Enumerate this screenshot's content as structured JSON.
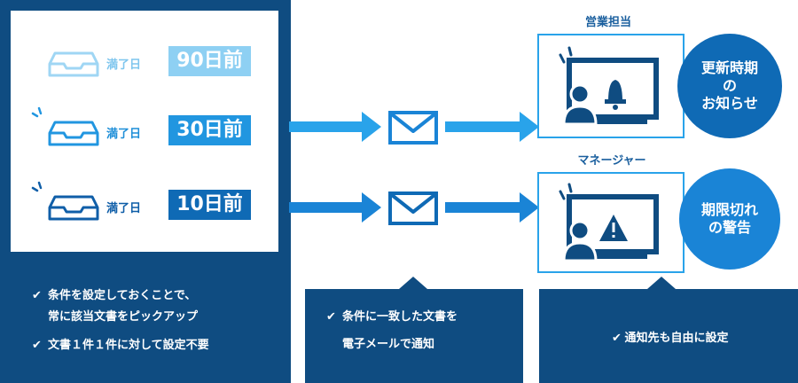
{
  "left": {
    "rows": [
      {
        "label": "満了日",
        "value": "90日前",
        "label_color": "#7fc6ee",
        "badge_color": "#8ed0f3",
        "icon_color": "#9fd6f4"
      },
      {
        "label": "満了日",
        "value": "30日前",
        "label_color": "#1f8fd8",
        "badge_color": "#2196e0",
        "icon_color": "#2196e0"
      },
      {
        "label": "満了日",
        "value": "10日前",
        "label_color": "#0f5ea8",
        "badge_color": "#0f6ab5",
        "icon_color": "#0f5ea8"
      }
    ],
    "bullets": {
      "line1": "条件を設定しておくことで、",
      "line1b": "常に該当文書をピックアップ",
      "line2": "文書１件１件に対して設定不要"
    }
  },
  "middle": {
    "line1": "条件に一致した文書を",
    "line2": "電子メールで通知"
  },
  "right": {
    "sales_label": "営業担当",
    "sales_bubble": "更新時期\nの\nお知らせ",
    "manager_label": "マネージャー",
    "manager_bubble": "期限切れ\nの警告",
    "bottom_text": "通知先も自由に設定"
  },
  "colors": {
    "navy": "#0f4c81",
    "accent": "#29a3ea",
    "bubble1": "#0f6ab5",
    "bubble2": "#1a84d6"
  }
}
